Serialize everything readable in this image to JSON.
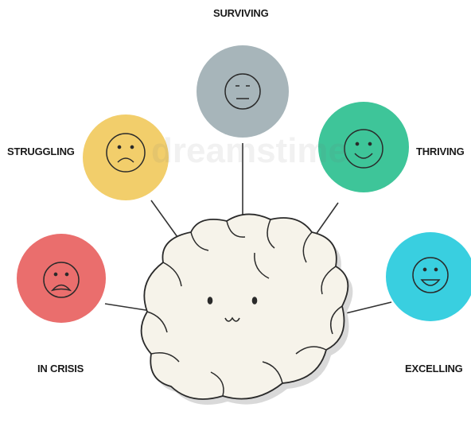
{
  "diagram": {
    "states": [
      {
        "id": "in-crisis",
        "label": "IN CRISIS",
        "color": "#ea6e6d",
        "face": "distressed"
      },
      {
        "id": "struggling",
        "label": "STRUGGLING",
        "color": "#f2ce6b",
        "face": "sad"
      },
      {
        "id": "surviving",
        "label": "SURVIVING",
        "color": "#a7b5ba",
        "face": "neutral"
      },
      {
        "id": "thriving",
        "label": "THRIVING",
        "color": "#3ec599",
        "face": "smile"
      },
      {
        "id": "excelling",
        "label": "EXCELLING",
        "color": "#39cfe0",
        "face": "grin"
      }
    ],
    "center": {
      "shape": "brain",
      "face": "happy",
      "fill": "#f6f3ea",
      "shadow": "#d9d9d9"
    },
    "watermark": "dreamstime"
  }
}
